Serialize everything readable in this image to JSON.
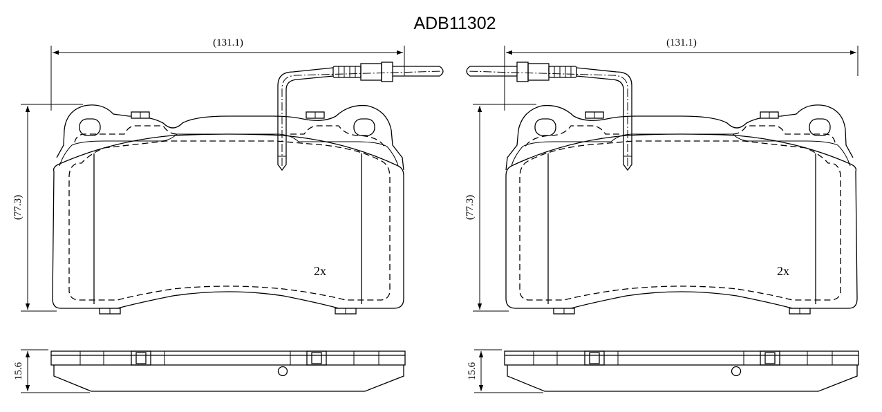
{
  "title": "ADB11302",
  "views": [
    {
      "id": "left",
      "width_label": "(131.1)",
      "height_label": "(77.3)",
      "thickness_label": "15.6",
      "quantity_label": "2x"
    },
    {
      "id": "right",
      "width_label": "(131.1)",
      "height_label": "(77.3)",
      "thickness_label": "15.6",
      "quantity_label": "2x"
    }
  ]
}
